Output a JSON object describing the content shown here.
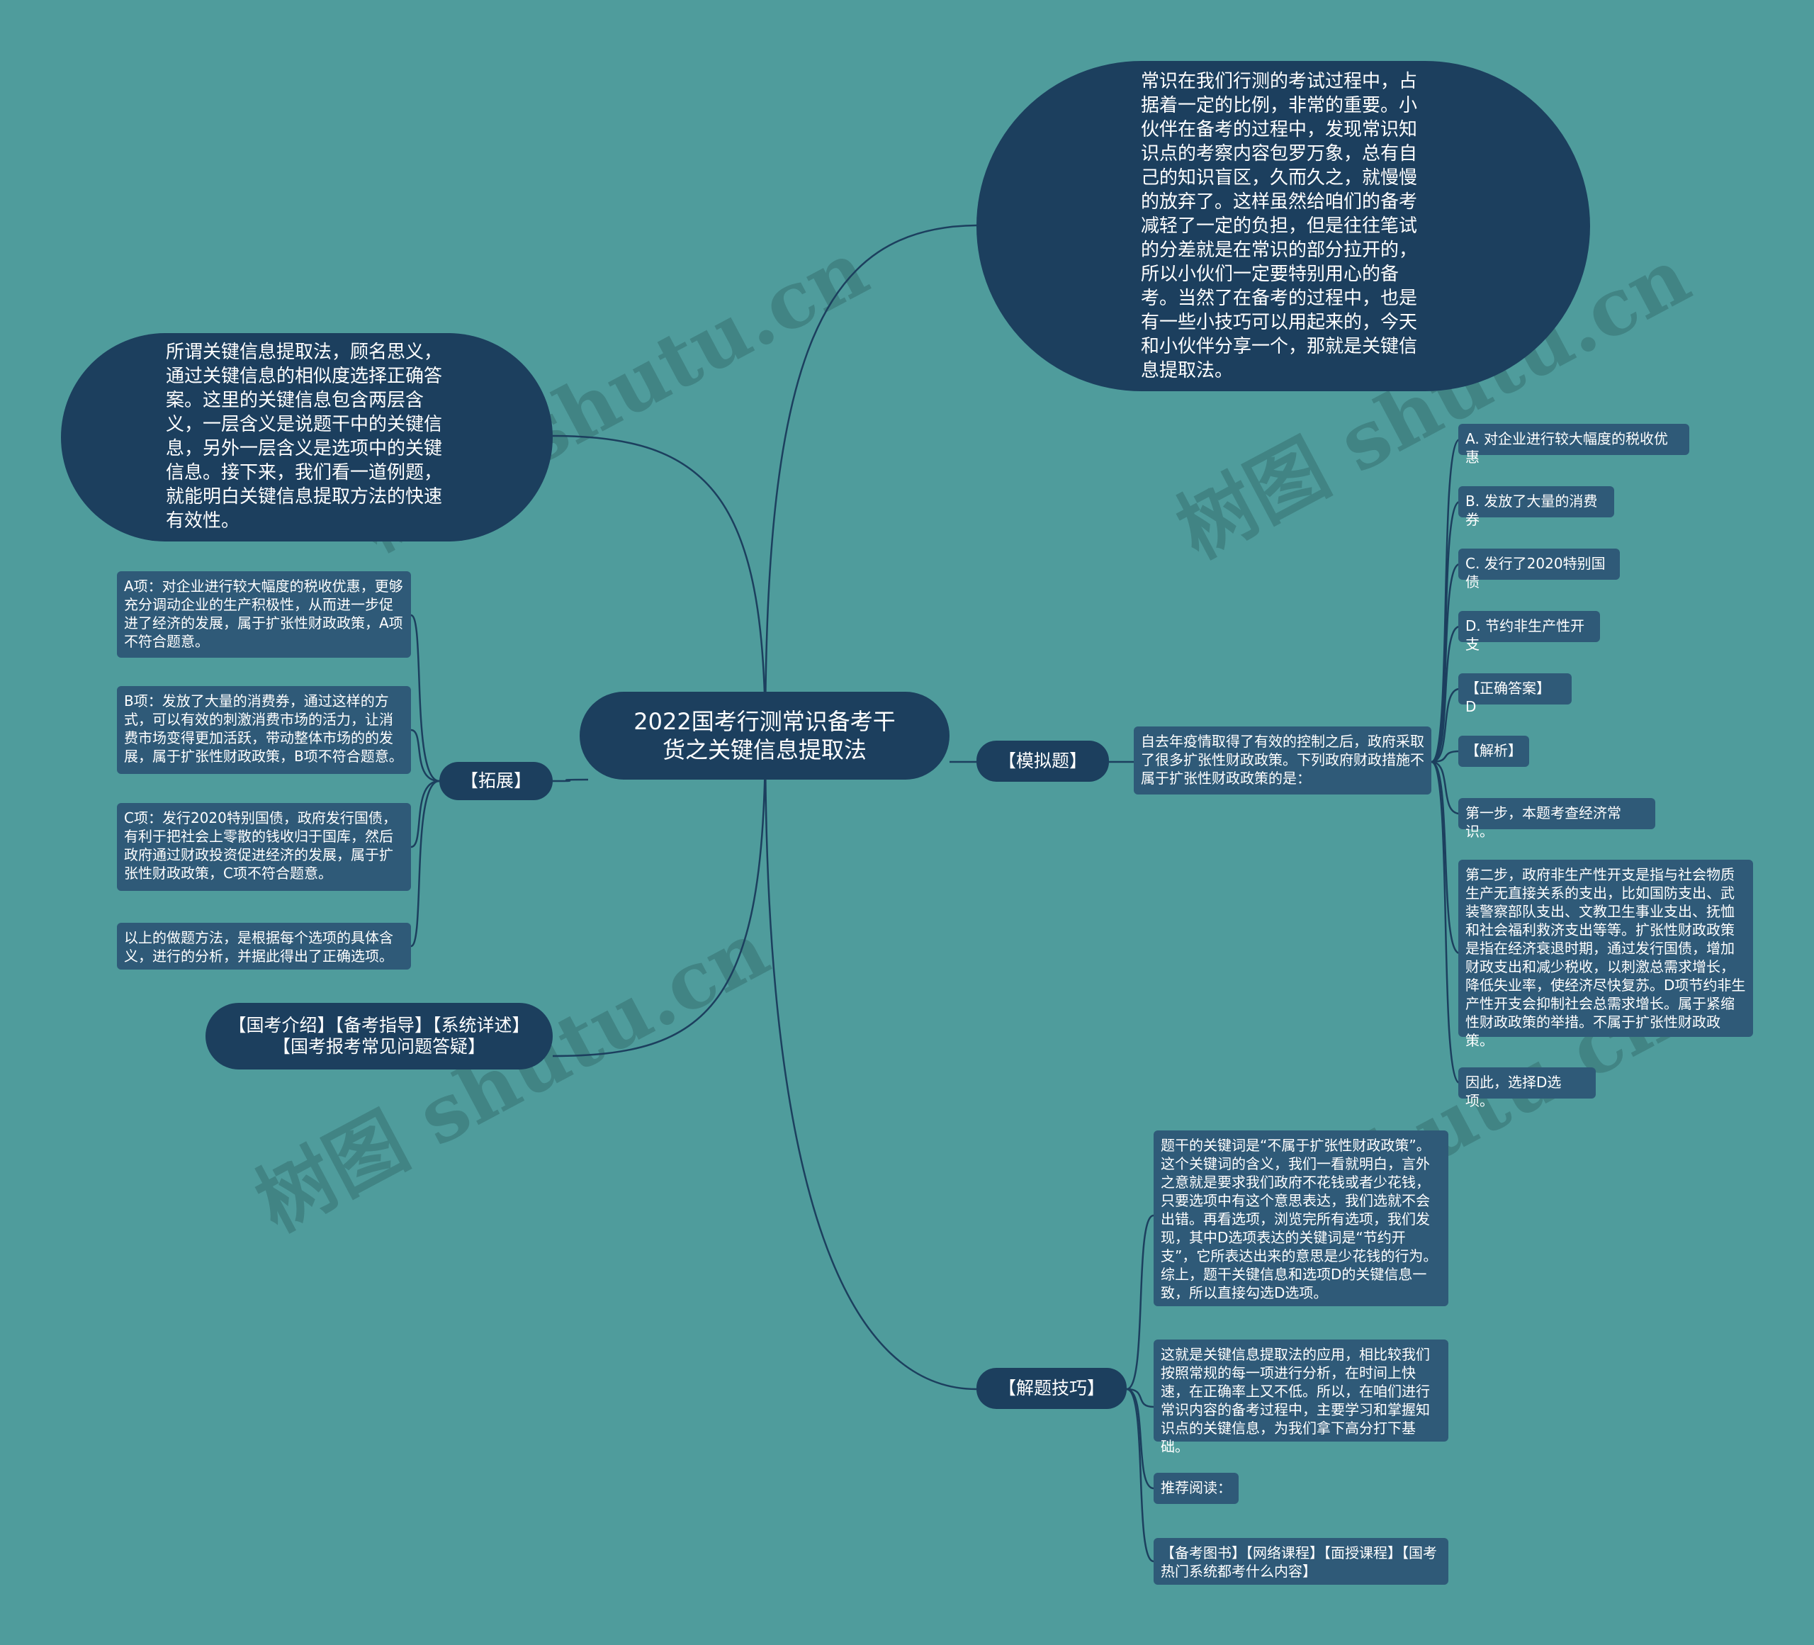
{
  "colors": {
    "background": "#4f9c9c",
    "node_dark": "#1c3f5e",
    "node_leaf": "#2f5a78",
    "line": "#1c3f5e",
    "text": "#ffffff"
  },
  "watermark": "树图 shutu.cn",
  "root": {
    "label": "2022国考行测常识备考干货之关键信息提取法"
  },
  "intro_top": {
    "text": "常识在我们行测的考试过程中，占据着一定的比例，非常的重要。小伙伴在备考的过程中，发现常识知识点的考察内容包罗万象，总有自己的知识盲区，久而久之，就慢慢的放弃了。这样虽然给咱们的备考减轻了一定的负担，但是往往笔试的分差就是在常识的部分拉开的，所以小伙们一定要特别用心的备考。当然了在备考的过程中，也是有一些小技巧可以用起来的，今天和小伙伴分享一个，那就是关键信息提取法。"
  },
  "intro_left": {
    "text": "所谓关键信息提取法，顾名思义，通过关键信息的相似度选择正确答案。这里的关键信息包含两层含义，一层含义是说题干中的关键信息，另外一层含义是选项中的关键信息。接下来，我们看一道例题，就能明白关键信息提取方法的快速有效性。"
  },
  "expand": {
    "label": "【拓展】",
    "items": [
      "A项：对企业进行较大幅度的税收优惠，更够充分调动企业的生产积极性，从而进一步促进了经济的发展，属于扩张性财政政策，A项不符合题意。",
      "B项：发放了大量的消费券，通过这样的方式，可以有效的刺激消费市场的活力，让消费市场变得更加活跃，带动整体市场的的发展，属于扩张性财政政策，B项不符合题意。",
      "C项：发行2020特别国债，政府发行国债，有利于把社会上零散的钱收归于国库，然后政府通过财政投资促进经济的发展，属于扩张性财政政策，C项不符合题意。",
      "以上的做题方法，是根据每个选项的具体含义，进行的分析，并据此得出了正确选项。"
    ]
  },
  "links_node": {
    "label": "【国考介绍】【备考指导】【系统详述】【国考报考常见问题答疑】"
  },
  "mock": {
    "label": "【模拟题】",
    "question": "自去年疫情取得了有效的控制之后，政府采取了很多扩张性财政政策。下列政府财政措施不属于扩张性财政政策的是：",
    "items": [
      "A. 对企业进行较大幅度的税收优惠",
      "B. 发放了大量的消费券",
      "C. 发行了2020特别国债",
      "D. 节约非生产性开支",
      "【正确答案】 D",
      "【解析】",
      "第一步，本题考查经济常识。",
      "第二步，政府非生产性开支是指与社会物质生产无直接关系的支出，比如国防支出、武装警察部队支出、文教卫生事业支出、抚恤和社会福利救济支出等等。扩张性财政政策是指在经济衰退时期，通过发行国债，增加财政支出和减少税收，以刺激总需求增长，降低失业率，使经济尽快复苏。D项节约非生产性开支会抑制社会总需求增长。属于紧缩性财政政策的举措。不属于扩张性财政政策。",
      "因此，选择D选项。"
    ]
  },
  "tips": {
    "label": "【解题技巧】",
    "items": [
      "题干的关键词是“不属于扩张性财政政策”。这个关键词的含义，我们一看就明白，言外之意就是要求我们政府不花钱或者少花钱，只要选项中有这个意思表达，我们选就不会出错。再看选项，浏览完所有选项，我们发现，其中D选项表达的关键词是“节约开支”，它所表达出来的意思是少花钱的行为。综上，题干关键信息和选项D的关键信息一致，所以直接勾选D选项。",
      "这就是关键信息提取法的应用，相比较我们按照常规的每一项进行分析，在时间上快速，在正确率上又不低。所以，在咱们进行常识内容的备考过程中，主要学习和掌握知识点的关键信息，为我们拿下高分打下基础。",
      "推荐阅读：",
      "【备考图书】【网络课程】【面授课程】【国考热门系统都考什么内容】"
    ]
  }
}
